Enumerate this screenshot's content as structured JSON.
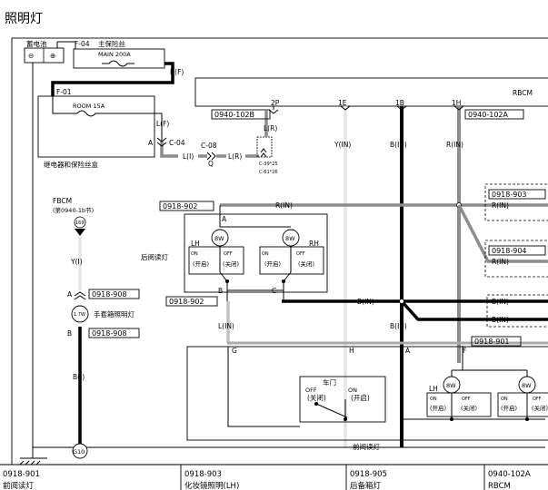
{
  "title": "照明灯",
  "battery": {
    "label": "蓄电池",
    "minus": "⊖",
    "plus": "⊕"
  },
  "main_fuse": {
    "code": "F-04",
    "label": "主保险丝",
    "rating": "MAIN 200A"
  },
  "room_fuse": {
    "code": "F-01",
    "rating": "ROOM 15A"
  },
  "relay_box": {
    "label": "继电器和保险丝盒"
  },
  "wires": {
    "bf": "B(F)",
    "lf": "L(F)",
    "li": "L(I)",
    "lr": "L(R)",
    "lr2": "L(R)",
    "yin": "Y(IN)",
    "bin": "B(IN)",
    "rin": "R(IN)",
    "rin_mid": "R(IN)",
    "rin_903": "R(IN)",
    "rin_904": "R(IN)",
    "yi": "Y(I)",
    "bi": "B(I)",
    "b_in_mid": "B(IN)",
    "b_in_low": "B(IN)",
    "b_in_r1": "B(IN)",
    "b_in_r2": "B(IN)",
    "l_in": "L(IN)"
  },
  "connectors": {
    "a_c04": "A",
    "c04": "C-04",
    "c08": "C-08",
    "q": "Q",
    "c39": "C-39*25",
    "c61": "C-61*26"
  },
  "rbcm": {
    "label": "RBCM",
    "pins": {
      "p2p": "2P",
      "p1e": "1E",
      "p1b": "1B",
      "p1h": "1H"
    },
    "conn_left": "0940-102B",
    "conn_right": "0940-102A"
  },
  "fbcm": {
    "label": "FBCM",
    "ref": "(第0940-1b节)",
    "pin": "169"
  },
  "boxes": {
    "b902_top": "0918-902",
    "b902_low": "0918-902",
    "b903": "0918-903",
    "b904": "0918-904",
    "b908_a": "0918-908",
    "b908_b": "0918-908",
    "b901": "0918-901"
  },
  "rear_lamp": {
    "label": "后阅读灯",
    "lh": "LH",
    "rh": "RH",
    "bulb": "8W",
    "pin_a": "A",
    "on": "ON",
    "off": "OFF",
    "open": "(开启)",
    "close": "(关闭)"
  },
  "glove_lamp": {
    "label": "手套箱照明灯",
    "bulb": "1.7W",
    "pin_a": "A",
    "pin_b": "B"
  },
  "pins": {
    "b": "B",
    "c": "C",
    "g": "G",
    "h": "H",
    "a": "A",
    "f": "F"
  },
  "front_lamp": {
    "label": "前阅读灯",
    "door": "车门",
    "off": "OFF",
    "on": "ON",
    "close": "(关闭)",
    "open": "(开启)",
    "lh": "LH",
    "bulb": "8W",
    "sw_on": "ON",
    "sw_off": "OFF",
    "sw_open": "(开启)",
    "sw_close": "(关闭)"
  },
  "ground": {
    "label": "G10"
  },
  "footer": [
    {
      "code": "0918-901",
      "desc": "前阅读灯"
    },
    {
      "code": "0918-903",
      "desc": "化妆镜照明(LH)"
    },
    {
      "code": "0918-905",
      "desc": "后备箱灯"
    },
    {
      "code": "0940-102A",
      "desc": "RBCM"
    }
  ]
}
